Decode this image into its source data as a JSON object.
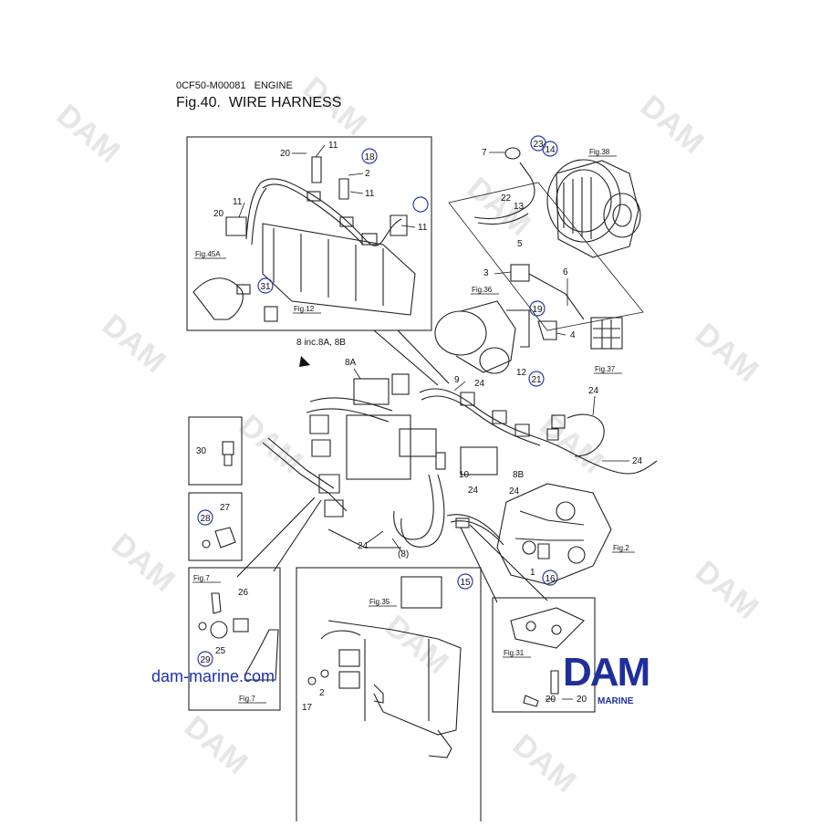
{
  "header": {
    "code": "0CF50-M00081",
    "section": "ENGINE",
    "figure": "Fig.40.",
    "title": "WIRE HARNESS"
  },
  "watermark": {
    "text": "DAM",
    "color": "#e6e6e6"
  },
  "brand": {
    "logo_text": "DAM",
    "subtitle": "MARINE",
    "color": "#1e2f9c",
    "site": "dam-marine.com",
    "site_color": "#1f2fb0"
  },
  "figure_refs": {
    "fig38": "Fig.38",
    "fig45a": "Fig.45A",
    "fig12": "Fig.12",
    "fig36": "Fig.36",
    "fig37": "Fig.37",
    "fig2": "Fig.2",
    "fig7a": "Fig.7",
    "fig7b": "Fig.7",
    "fig35": "Fig.35",
    "fig31": "Fig.31"
  },
  "notes": {
    "incl": "8 inc.8A, 8B",
    "paren8": "(8)"
  },
  "parts": {
    "p1": "1",
    "p2": "2",
    "p2b": "2",
    "p3": "3",
    "p4": "4",
    "p5": "5",
    "p6": "6",
    "p7": "7",
    "p8a": "8A",
    "p8b": "8B",
    "p9": "9",
    "p10": "10",
    "p11a": "11",
    "p11b": "11",
    "p11c": "11",
    "p11d": "11",
    "p12": "12",
    "p13": "13",
    "p14": "14",
    "p15": "15",
    "p16": "16",
    "p17": "17",
    "p18": "18",
    "p19": "19",
    "p20a": "20",
    "p20b": "20",
    "p20c": "20",
    "p20d": "20",
    "p21": "21",
    "p22": "22",
    "p23": "23",
    "p24a": "24",
    "p24b": "24",
    "p24c": "24",
    "p24d": "24",
    "p24e": "24",
    "p24f": "24",
    "p25": "25",
    "p26": "26",
    "p27": "27",
    "p28": "28",
    "p29": "29",
    "p30": "30",
    "p31": "31"
  },
  "circle_color": "#2b3aa8"
}
